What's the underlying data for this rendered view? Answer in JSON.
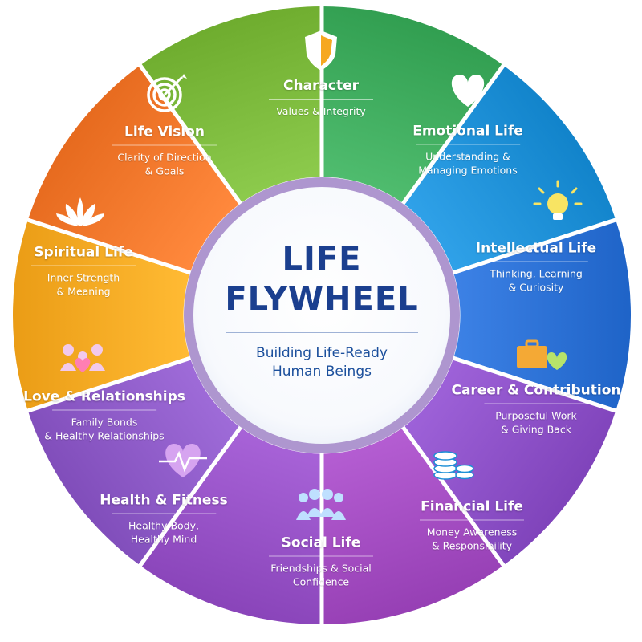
{
  "center": {
    "title_lines": [
      "LIFE",
      "FLYWHEEL"
    ],
    "subtitle_lines": [
      "Building Life-Ready",
      "Human Beings"
    ]
  },
  "segments": [
    {
      "title": "Character",
      "subtitle_lines": [
        "Values & Integrity"
      ],
      "icon": "shield-icon",
      "color": "#f6a821"
    },
    {
      "title": "Emotional Life",
      "subtitle_lines": [
        "Understanding &",
        "Managing Emotions"
      ],
      "icon": "heart-icon",
      "color": "#f2762a"
    },
    {
      "title": "Intellectual Life",
      "subtitle_lines": [
        "Thinking, Learning",
        "& Curiosity"
      ],
      "icon": "lightbulb-icon",
      "color": "#7ab83a"
    },
    {
      "title": "Career & Contribution",
      "subtitle_lines": [
        "Purposeful Work",
        "& Giving Back"
      ],
      "icon": "briefcase-hearts-icon",
      "color": "#3daa5c"
    },
    {
      "title": "Financial Life",
      "subtitle_lines": [
        "Money Awareness",
        "& Responsibility"
      ],
      "icon": "coins-icon",
      "color": "#1d8fd6"
    },
    {
      "title": "Social Life",
      "subtitle_lines": [
        "Friendships & Social",
        "Confidence"
      ],
      "icon": "people-group-icon",
      "color": "#2a6fd3"
    },
    {
      "title": "Health & Fitness",
      "subtitle_lines": [
        "Healthy Body,",
        "Healthy Mind"
      ],
      "icon": "heartbeat-icon",
      "color": "#8b4fc6"
    },
    {
      "title": "Love & Relationships",
      "subtitle_lines": [
        "Family Bonds",
        "& Healthy Relationships"
      ],
      "icon": "family-heart-icon",
      "color": "#a24bc0"
    },
    {
      "title": "Spiritual Life",
      "subtitle_lines": [
        "Inner Strength",
        "& Meaning"
      ],
      "icon": "lotus-icon",
      "color": "#9550c5"
    },
    {
      "title": "Life Vision",
      "subtitle_lines": [
        "Clarity of Direction",
        "& Goals"
      ],
      "icon": "target-icon",
      "color": "#8c59c6"
    }
  ]
}
